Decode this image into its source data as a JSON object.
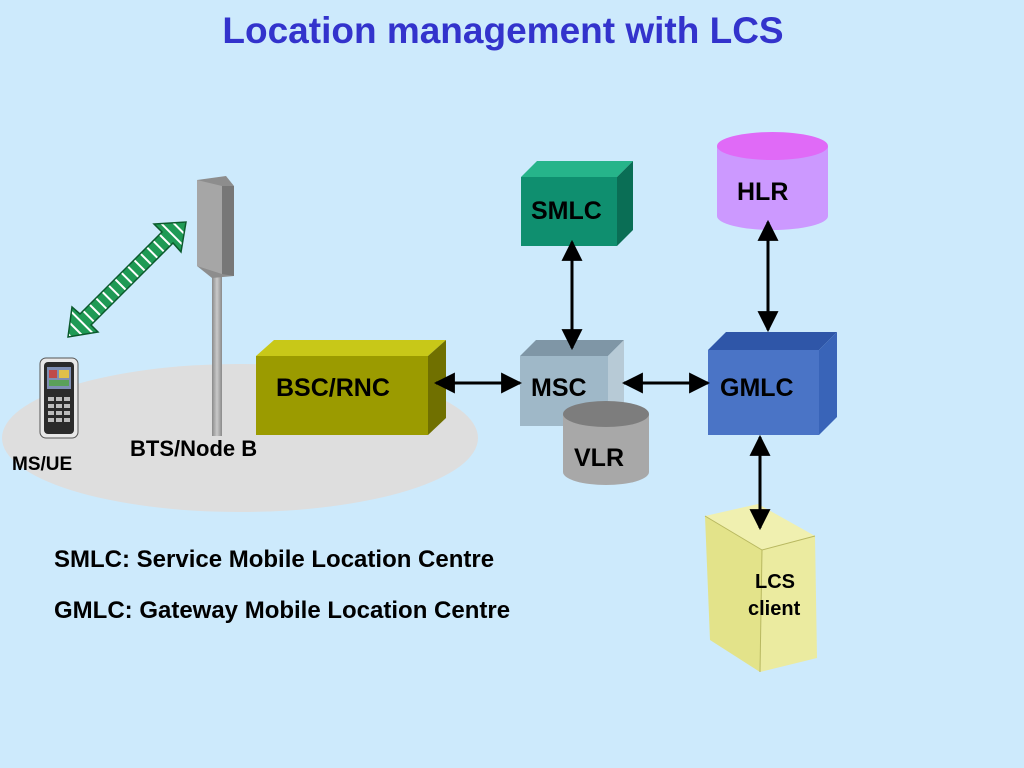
{
  "title": "Location management with LCS",
  "nodes": {
    "smlc": "SMLC",
    "hlr": "HLR",
    "bsc_rnc": "BSC/RNC",
    "msc": "MSC",
    "gmlc": "GMLC",
    "vlr": "VLR",
    "lcs_client_line1": "LCS",
    "lcs_client_line2": "client",
    "bts": "BTS/Node B",
    "ms": "MS/UE"
  },
  "definitions": [
    "SMLC: Service Mobile Location Centre",
    "GMLC: Gateway Mobile Location Centre"
  ],
  "colors": {
    "background": "#cdeafc",
    "title": "#3333cc",
    "smlc": "#0f8f6f",
    "hlr": "#cc99ff",
    "bsc_rnc": "#9b9b00",
    "msc": "#9fb8c8",
    "gmlc": "#4a74c6",
    "vlr": "#a8a8a8",
    "lcs_client": "#e3e38a",
    "coverage": "#dedede",
    "radio_link": "#1f9a55"
  }
}
